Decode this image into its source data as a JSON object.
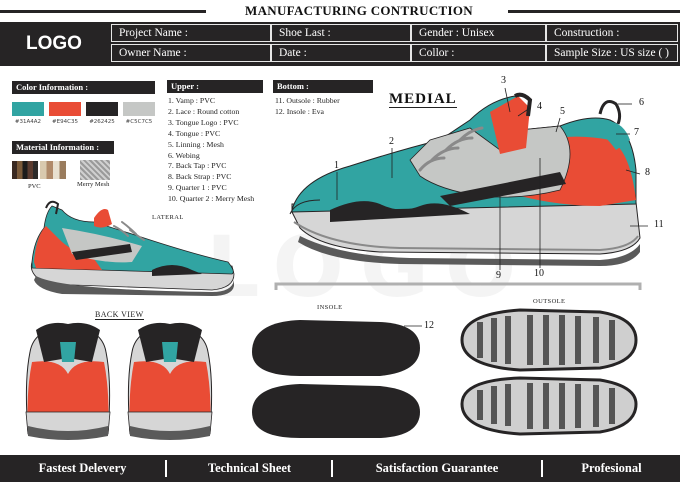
{
  "title": "MANUFACTURING CONTRUCTION",
  "logo": "LOGO",
  "fields": {
    "project_name": "Project Name :",
    "shoe_last": "Shoe Last :",
    "gender": "Gender : Unisex",
    "construction": "Construction :",
    "owner_name": "Owner Name :",
    "date": "Date :",
    "color": "Collor :",
    "sample_size": "Sample Size : US size (  )"
  },
  "color_info": {
    "heading": "Color Information :",
    "swatches": [
      {
        "hex": "#31A4A2",
        "label": "#31A4A2"
      },
      {
        "hex": "#E94C35",
        "label": "#E94C35"
      },
      {
        "hex": "#262425",
        "label": "#262425"
      },
      {
        "hex": "#C5C7C5",
        "label": "#C5C7C5"
      }
    ]
  },
  "material_info": {
    "heading": "Material Information :",
    "materials": [
      "PVC",
      "Merry Mesh"
    ]
  },
  "upper": {
    "heading": "Upper :",
    "items": [
      "1. Vamp : PVC",
      "2. Lace : Round cotton",
      "3. Tongue Logo : PVC",
      "4. Tongue : PVC",
      "5. Linning : Mesh",
      "6. Webing",
      "7. Back Tap : PVC",
      "8. Back Strap : PVC",
      "9. Quarter 1 : PVC",
      "10. Quarter 2 : Merry Mesh"
    ]
  },
  "bottom": {
    "heading": "Bottom :",
    "items": [
      "11. Outsole : Rubber",
      "12. Insole : Eva"
    ]
  },
  "views": {
    "medial": "MEDIAL",
    "lateral": "LATERAL",
    "back": "BACK VIEW",
    "insole": "INSOLE",
    "outsole": "OUTSOLE"
  },
  "watermark": "LOGO",
  "callouts": [
    "1",
    "2",
    "3",
    "4",
    "5",
    "6",
    "7",
    "8",
    "9",
    "10",
    "11",
    "12"
  ],
  "footer": [
    "Fastest Delevery",
    "Technical Sheet",
    "Satisfaction Guarantee",
    "Profesional"
  ]
}
